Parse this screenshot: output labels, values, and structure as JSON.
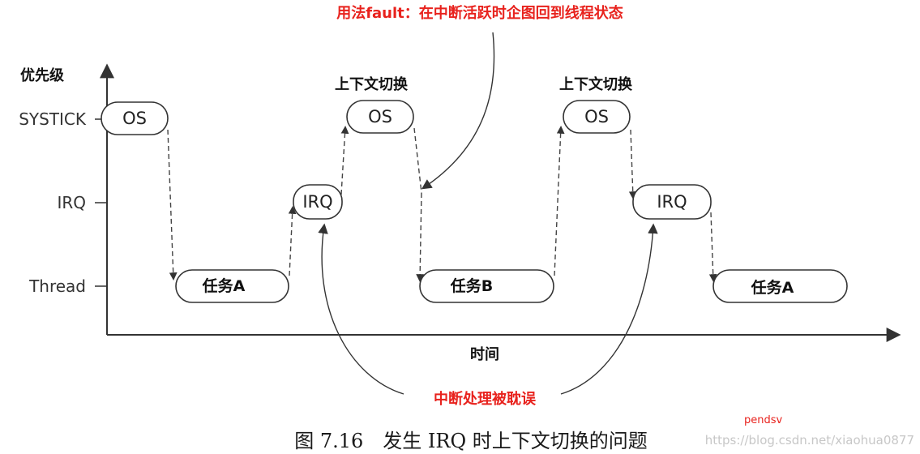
{
  "axis": {
    "y_title": "优先级",
    "x_title": "时间",
    "levels": [
      "SYSTICK",
      "IRQ",
      "Thread"
    ]
  },
  "headings": {
    "ctx_switch_1": "上下文切换",
    "ctx_switch_2": "上下文切换"
  },
  "boxes": {
    "os_1": "OS",
    "os_2": "OS",
    "os_3": "OS",
    "irq_1": "IRQ",
    "irq_2": "IRQ",
    "task_a_1": "任务A",
    "task_b": "任务B",
    "task_a_2": "任务A"
  },
  "notes": {
    "fault_note": "用法fault：在中断活跃时企图回到线程状态",
    "delay_note": "中断处理被耽误",
    "pendsv": "pendsv"
  },
  "caption": "图 7.16　发生 IRQ 时上下文切换的问题",
  "watermark": "https://blog.csdn.net/xiaohua0877",
  "colors": {
    "note_red": "#e8221d",
    "line": "#333333",
    "watermark": "#c7c7c7"
  }
}
